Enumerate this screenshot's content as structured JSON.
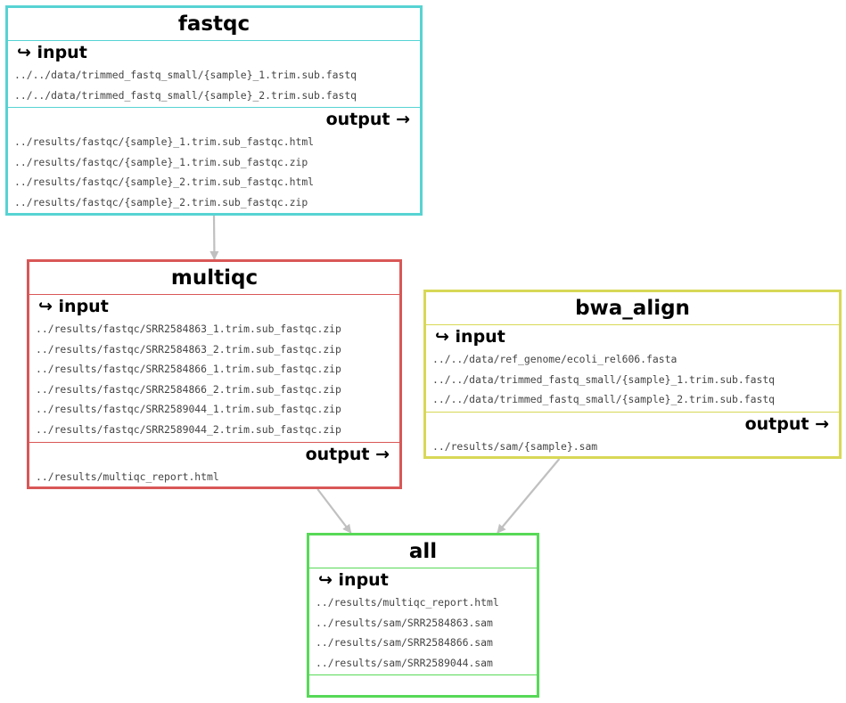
{
  "diagram": {
    "type": "workflow-dag",
    "in_label": "input",
    "out_label": "output",
    "in_arrow": "↪",
    "out_arrow": "→",
    "nodes": [
      {
        "id": "fastqc",
        "title": "fastqc",
        "color": "#57d3d3",
        "inputs": [
          "../../data/trimmed_fastq_small/{sample}_1.trim.sub.fastq",
          "../../data/trimmed_fastq_small/{sample}_2.trim.sub.fastq"
        ],
        "outputs": [
          "../results/fastqc/{sample}_1.trim.sub_fastqc.html",
          "../results/fastqc/{sample}_1.trim.sub_fastqc.zip",
          "../results/fastqc/{sample}_2.trim.sub_fastqc.html",
          "../results/fastqc/{sample}_2.trim.sub_fastqc.zip"
        ]
      },
      {
        "id": "multiqc",
        "title": "multiqc",
        "color": "#d95757",
        "inputs": [
          "../results/fastqc/SRR2584863_1.trim.sub_fastqc.zip",
          "../results/fastqc/SRR2584863_2.trim.sub_fastqc.zip",
          "../results/fastqc/SRR2584866_1.trim.sub_fastqc.zip",
          "../results/fastqc/SRR2584866_2.trim.sub_fastqc.zip",
          "../results/fastqc/SRR2589044_1.trim.sub_fastqc.zip",
          "../results/fastqc/SRR2589044_2.trim.sub_fastqc.zip"
        ],
        "outputs": [
          "../results/multiqc_report.html"
        ]
      },
      {
        "id": "bwa_align",
        "title": "bwa_align",
        "color": "#d8d857",
        "inputs": [
          "../../data/ref_genome/ecoli_rel606.fasta",
          "../../data/trimmed_fastq_small/{sample}_1.trim.sub.fastq",
          "../../data/trimmed_fastq_small/{sample}_2.trim.sub.fastq"
        ],
        "outputs": [
          "../results/sam/{sample}.sam"
        ]
      },
      {
        "id": "all",
        "title": "all",
        "color": "#57d957",
        "inputs": [
          "../results/multiqc_report.html",
          "../results/sam/SRR2584863.sam",
          "../results/sam/SRR2584866.sam",
          "../results/sam/SRR2589044.sam"
        ],
        "outputs": []
      }
    ],
    "edges": [
      {
        "from": "fastqc",
        "to": "multiqc"
      },
      {
        "from": "multiqc",
        "to": "all"
      },
      {
        "from": "bwa_align",
        "to": "all"
      }
    ],
    "edge_color": "#c0c0c0"
  }
}
